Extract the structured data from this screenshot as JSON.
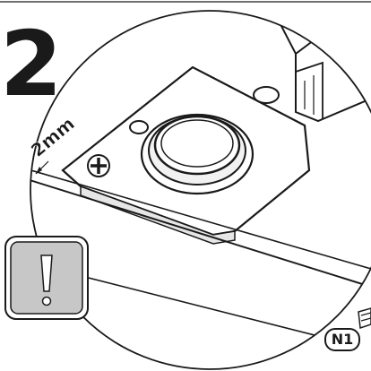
{
  "step": {
    "number": "2"
  },
  "dimension": {
    "label": "2mm"
  },
  "warning": {
    "icon": "exclamation-icon",
    "glyph": "!"
  },
  "callout": {
    "label": "N1"
  },
  "colors": {
    "line": "#1a1a1a",
    "warning_fill": "#c7c7c7",
    "background": "#ffffff"
  }
}
